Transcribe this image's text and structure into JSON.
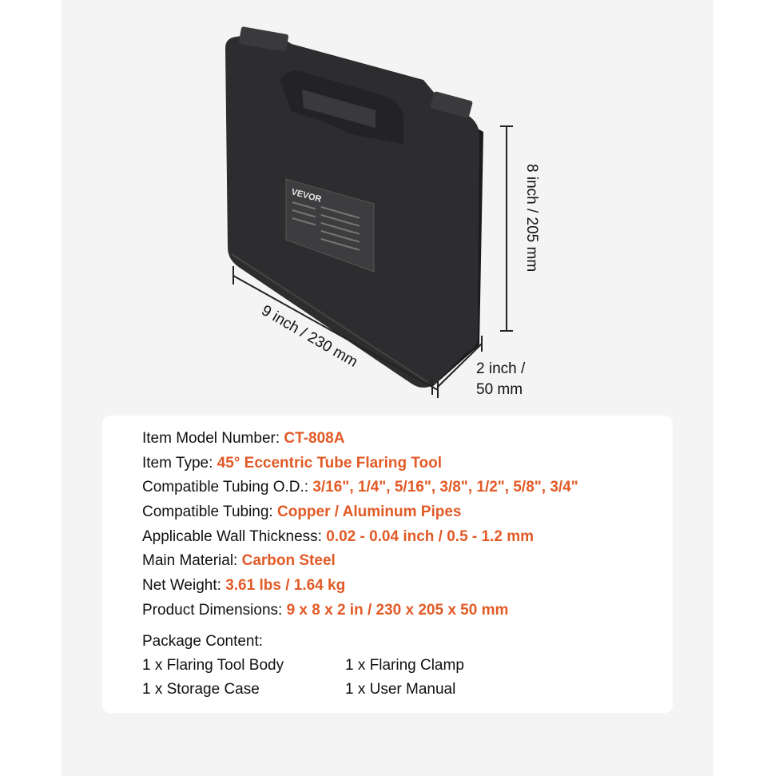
{
  "brand": {
    "logo_text": "VEVOR"
  },
  "dimensions": {
    "height_label": "8 inch  / 205 mm",
    "width_label": "9 inch  / 230 mm",
    "depth_line1": "2 inch  /",
    "depth_line2": "50 mm"
  },
  "specs": [
    {
      "label": "Item Model Number: ",
      "value": "CT-808A"
    },
    {
      "label": "Item Type: ",
      "value": "45° Eccentric Tube Flaring Tool"
    },
    {
      "label": "Compatible Tubing O.D.: ",
      "value": "3/16\", 1/4\", 5/16\", 3/8\", 1/2\", 5/8\", 3/4\""
    },
    {
      "label": "Compatible Tubing: ",
      "value": "Copper / Aluminum Pipes"
    },
    {
      "label": "Applicable Wall Thickness: ",
      "value": "0.02 - 0.04 inch / 0.5 - 1.2 mm"
    },
    {
      "label": "Main Material: ",
      "value": "Carbon Steel"
    },
    {
      "label": "Net Weight: ",
      "value": "3.61 lbs / 1.64 kg"
    },
    {
      "label": "Product Dimensions: ",
      "value": "9 x 8 x 2 in / 230 x 205 x 50 mm"
    }
  ],
  "package": {
    "title": "Package Content:",
    "items": [
      [
        "1 x Flaring Tool Body",
        "1 x Flaring Clamp"
      ],
      [
        "1 x Storage Case",
        "1 x User Manual"
      ]
    ]
  },
  "colors": {
    "accent": "#e25a26",
    "case": "#2b2b2d",
    "panel": "#f4f4f5"
  }
}
